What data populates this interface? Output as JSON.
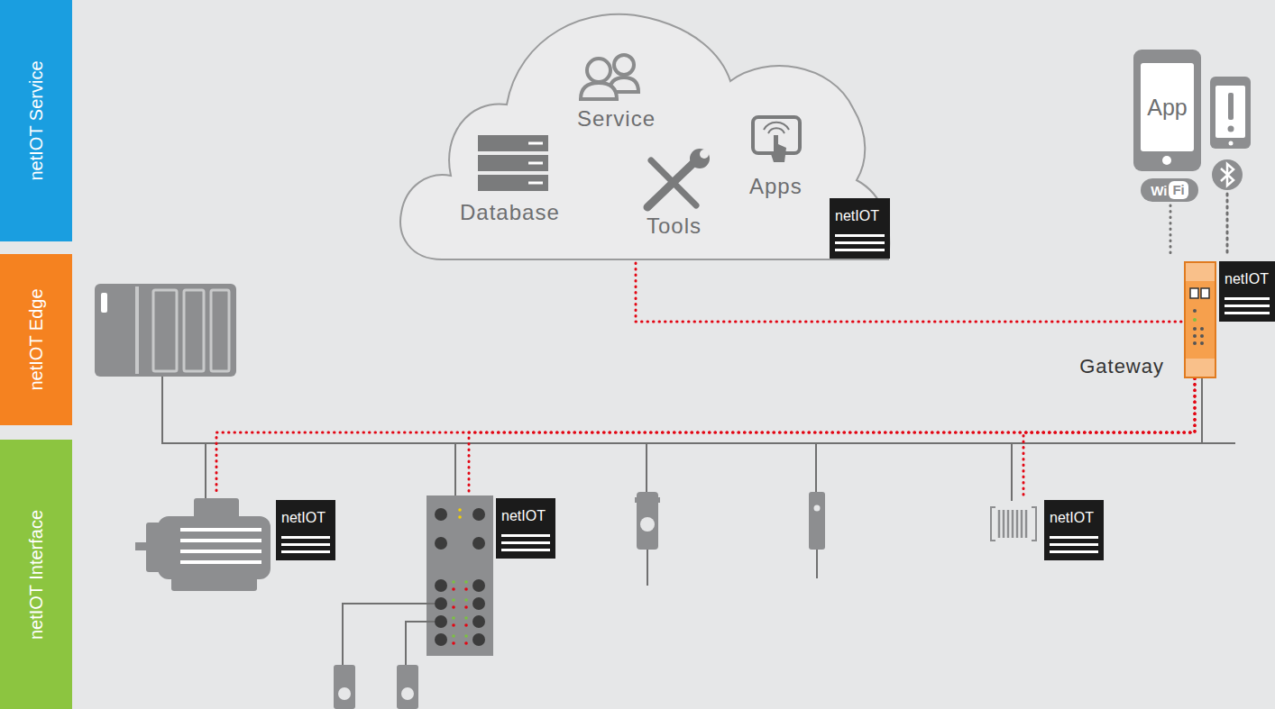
{
  "diagram": {
    "nodes": [
      {
        "text": [
          "netIOT Service"
        ]
      },
      {
        "text": [
          "netIOT Edge"
        ]
      },
      {
        "text": [
          "netIOT Interface"
        ]
      },
      {
        "text": [
          "Service",
          "Database",
          "Tools",
          "Apps",
          "netIOT"
        ]
      },
      {
        "text": [
          "App"
        ]
      },
      {
        "text": [
          "Wi",
          "Fi"
        ]
      },
      {
        "text": [
          "Gateway",
          "netIOT"
        ]
      },
      {
        "text": [
          "netIOT"
        ]
      },
      {
        "text": [
          "netIOT"
        ]
      },
      {
        "text": [
          "netIOT"
        ]
      }
    ],
    "edges": [
      {
        "from": 3,
        "to": 6,
        "arrow": "none"
      },
      {
        "from": 6,
        "to": 7,
        "arrow": "none"
      },
      {
        "from": 6,
        "to": 8,
        "arrow": "none"
      },
      {
        "from": 6,
        "to": 9,
        "arrow": "none"
      },
      {
        "from": 5,
        "to": 6,
        "arrow": "none"
      }
    ]
  }
}
